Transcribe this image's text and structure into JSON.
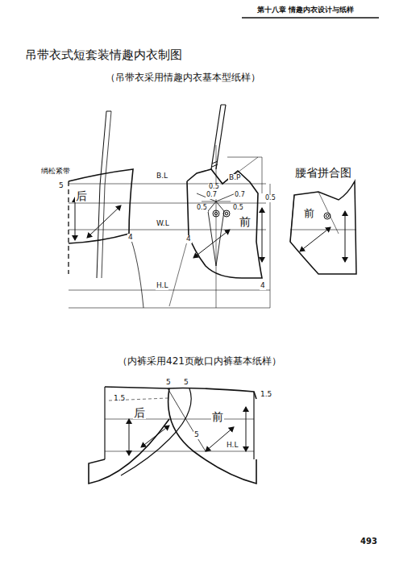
{
  "diagram": {
    "title": "吊带衣式短套装情趣内衣制图",
    "labels": [
      "第十八章  情趣内衣设计与纸样",
      "（吊带衣采用情趣内衣基本型纸样）",
      "绱松紧带",
      "5",
      "后",
      "B.L",
      "W.L",
      "H.L",
      "4",
      "4",
      "B.P",
      "0.5",
      "0.7",
      "0.7",
      "0.5",
      "0.5",
      "0.5",
      "前",
      "4",
      "腰省拼合图",
      "前",
      "（内裤采用421页敞口内裤基本纸样）",
      "1.5",
      "5",
      "5",
      "1.5",
      "后",
      "前",
      "5",
      "H.L",
      "493"
    ]
  }
}
